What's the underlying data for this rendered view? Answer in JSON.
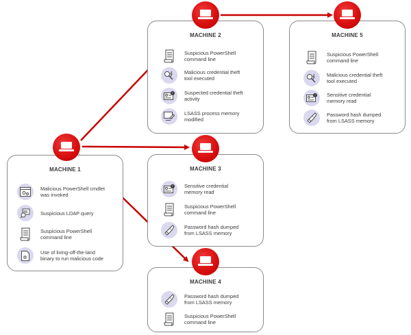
{
  "machines": {
    "m1": {
      "title": "MACHINE 1",
      "alerts": [
        {
          "text": "Malicious PowerShell cmdlet\nwas invoked",
          "icon": "powershell-window-icon"
        },
        {
          "text": "Suspicious LDAP query",
          "icon": "ldap-query-icon"
        },
        {
          "text": "Suspicious PowerShell\ncommand line",
          "icon": "command-line-scroll-icon"
        },
        {
          "text": "Use of living-off-the-land\nbinary to run malicious code",
          "icon": "binary-file-icon"
        }
      ]
    },
    "m2": {
      "title": "MACHINE 2",
      "alerts": [
        {
          "text": "Suspicious PowerShell\ncommand line",
          "icon": "command-line-scroll-icon"
        },
        {
          "text": "Malicious credential theft\ntool executed",
          "icon": "credential-tool-icon"
        },
        {
          "text": "Suspected credential theft\nactivity",
          "icon": "credential-card-icon"
        },
        {
          "text": "LSASS process memory\nmodified",
          "icon": "memory-modified-icon"
        }
      ]
    },
    "m3": {
      "title": "MACHINE 3",
      "alerts": [
        {
          "text": "Sensitive credential\nmemory read",
          "icon": "credential-card-icon"
        },
        {
          "text": "Suspicious PowerShell\ncommand line",
          "icon": "command-line-scroll-icon"
        },
        {
          "text": "Password hash dumped\nfrom LSASS memory",
          "icon": "hash-dump-icon"
        }
      ]
    },
    "m4": {
      "title": "MACHINE 4",
      "alerts": [
        {
          "text": "Password hash dumped\nfrom LSASS memory",
          "icon": "hash-dump-icon"
        },
        {
          "text": "Suspicious PowerShell\ncommand line",
          "icon": "command-line-scroll-icon"
        }
      ]
    },
    "m5": {
      "title": "MACHINE 5",
      "alerts": [
        {
          "text": "Suspicious PowerShell\ncommand line",
          "icon": "command-line-scroll-icon"
        },
        {
          "text": "Malicious credential theft\ntool executed",
          "icon": "credential-tool-icon"
        },
        {
          "text": "Sensitive credential\nmemory read",
          "icon": "credential-card-icon"
        },
        {
          "text": "Password hash dumped\nfrom LSASS memory",
          "icon": "hash-dump-icon"
        }
      ]
    }
  },
  "colors": {
    "arrow": "#c80000",
    "machine_badge": "#d90f0f",
    "icon_circle": "#dad8ee",
    "icon_stroke": "#4a4a4a"
  }
}
